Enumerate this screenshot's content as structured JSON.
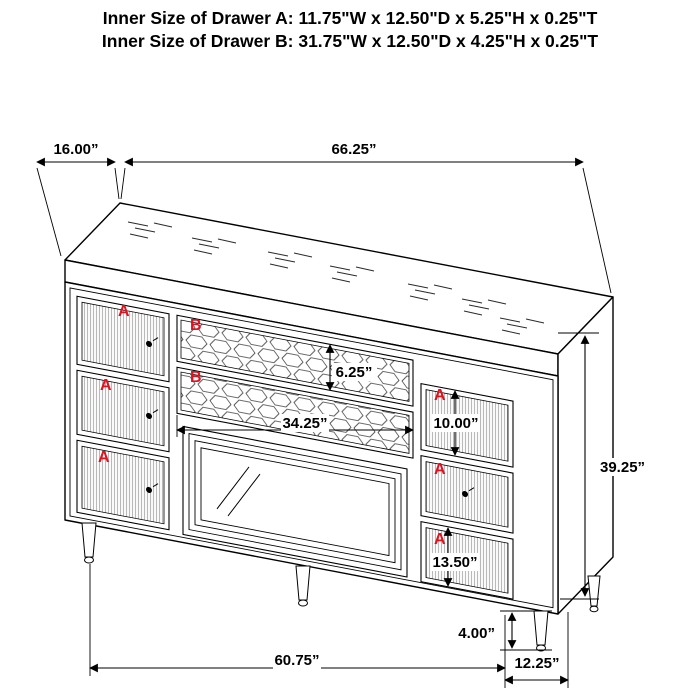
{
  "title": {
    "line1": "Inner Size of Drawer A: 11.75\"W x 12.50\"D x 5.25\"H x 0.25\"T",
    "line2": "Inner Size of Drawer B: 31.75\"W x 12.50\"D x 4.25\"H x 0.25\"T"
  },
  "diagram": {
    "dimensions": {
      "top_depth": "16.00”",
      "top_width": "66.25”",
      "drawer_b_height": "6.25”",
      "drawer_b_width": "34.25”",
      "right_top_drawer_height": "10.00”",
      "overall_height": "39.25”",
      "right_bottom_drawer_height": "13.50”",
      "leg_height": "4.00”",
      "bottom_width": "60.75”",
      "side_depth": "12.25”"
    },
    "labels": {
      "a": "A",
      "b": "B"
    },
    "colors": {
      "accent_red": "#e3101e",
      "line_black": "#000000",
      "background": "#ffffff"
    }
  }
}
